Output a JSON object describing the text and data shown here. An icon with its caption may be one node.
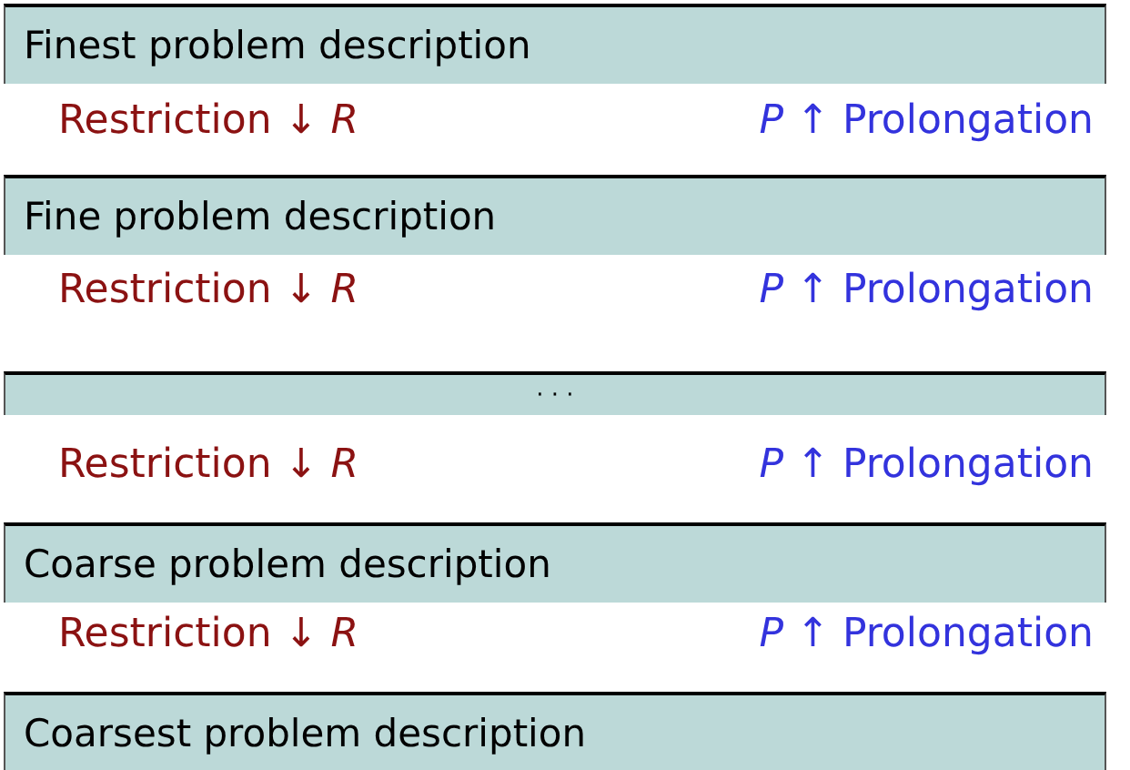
{
  "diagram": {
    "nodes": [
      {
        "text": [
          "Finest problem description"
        ]
      },
      {
        "text": [
          "Fine problem description"
        ]
      },
      {
        "text": [
          "· · ·"
        ]
      },
      {
        "text": [
          "Coarse problem description"
        ]
      },
      {
        "text": [
          "Coarsest problem description"
        ]
      }
    ],
    "labels": [
      "Restriction ↓ *R*",
      "*P* ↑ Prolongation",
      "Restriction ↓ *R*",
      "*P* ↑ Prolongation",
      "Restriction ↓ *R*",
      "*P* ↑ Prolongation",
      "Restriction ↓ *R*",
      "*P* ↑ Prolongation"
    ]
  }
}
